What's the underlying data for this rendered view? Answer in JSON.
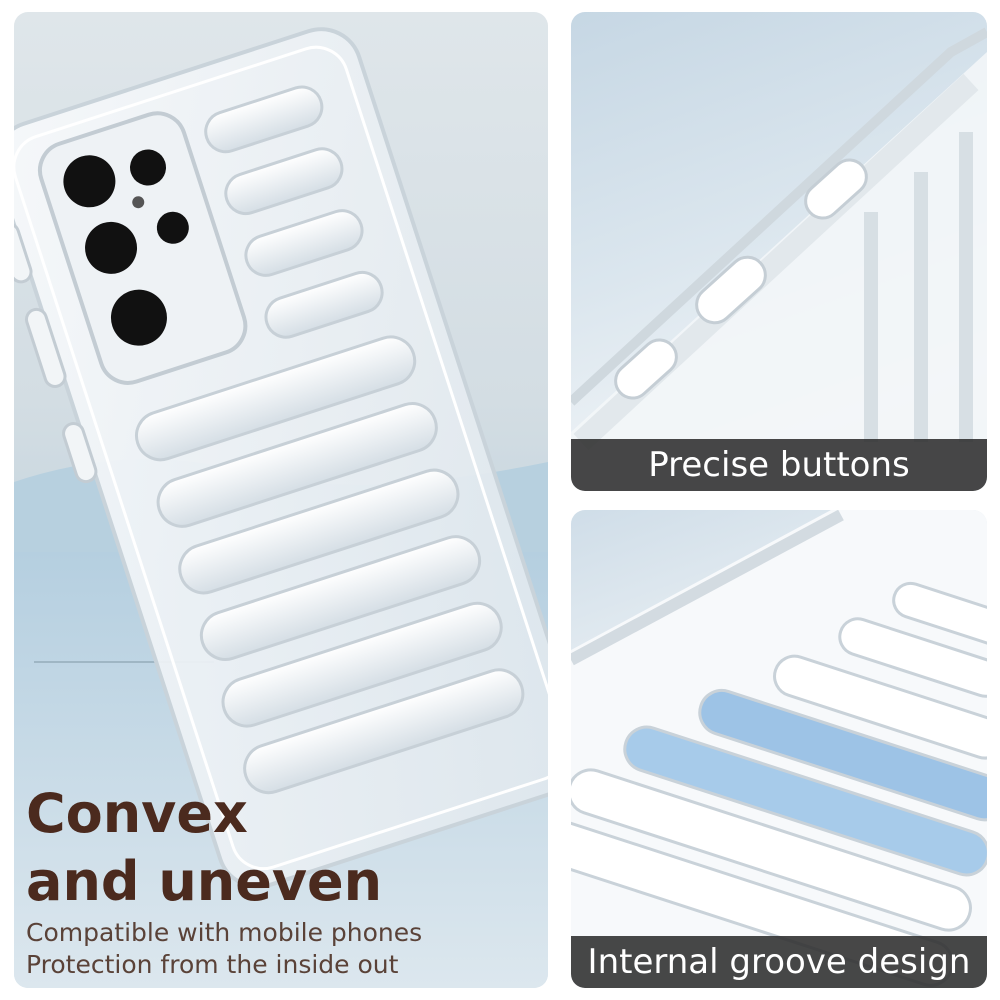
{
  "left": {
    "headline_line1": "Convex",
    "headline_line2": "and uneven",
    "subline_line1": "Compatible with mobile phones",
    "subline_line2": "Protection from the inside out"
  },
  "top_right": {
    "caption": "Precise buttons"
  },
  "bottom_right": {
    "caption": "Internal groove design"
  },
  "colors": {
    "headline": "#4b2a1e",
    "caption_bar": "#2d2d2d",
    "accent_blue": "#9dc3e6"
  }
}
